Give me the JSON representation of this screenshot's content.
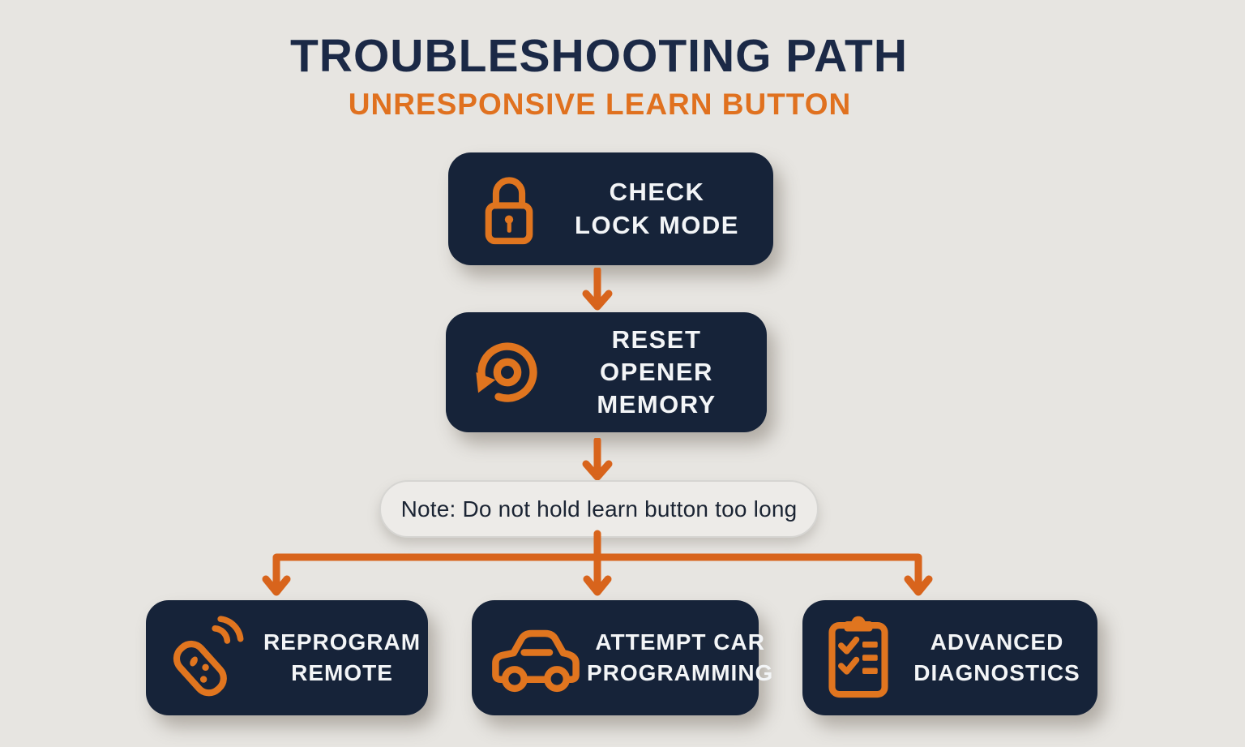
{
  "header": {
    "title": "TROUBLESHOOTING PATH",
    "subtitle": "UNRESPONSIVE LEARN BUTTON"
  },
  "colors": {
    "page_background": "#e7e5e1",
    "node_background": "#162339",
    "node_text": "#f3f5f7",
    "title_navy": "#1b2946",
    "accent_orange": "#e0711f",
    "arrow_orange": "#d8641c",
    "note_background": "#edebe8",
    "note_border": "#d6d5d2",
    "note_text": "#1b2433"
  },
  "flow": {
    "step1": {
      "icon": "lock-icon",
      "line1": "CHECK",
      "line2": "LOCK MODE"
    },
    "step2": {
      "icon": "reset-icon",
      "line1": "RESET",
      "line2": "OPENER",
      "line3": "MEMORY"
    },
    "note": {
      "text": "Note: Do not hold learn button too long"
    },
    "branches": [
      {
        "icon": "remote-icon",
        "line1": "REPROGRAM",
        "line2": "REMOTE"
      },
      {
        "icon": "car-icon",
        "line1": "ATTEMPT CAR",
        "line2": "PROGRAMMING"
      },
      {
        "icon": "clipboard-icon",
        "line1": "ADVANCED",
        "line2": "DIAGNOSTICS"
      }
    ]
  }
}
